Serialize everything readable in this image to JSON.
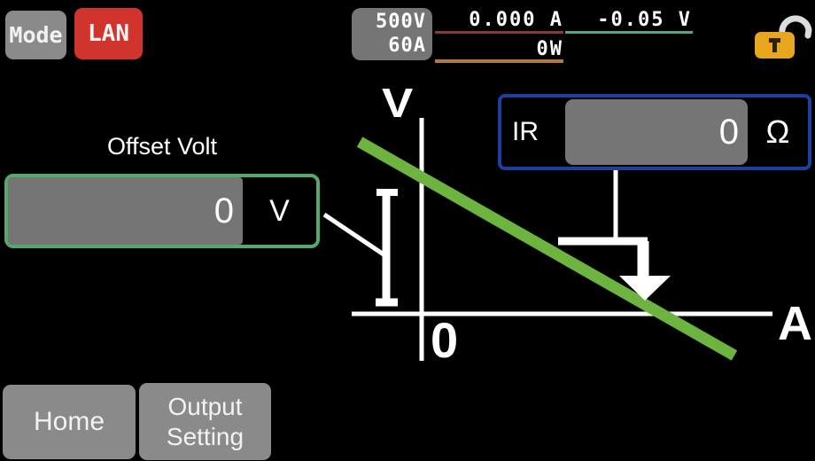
{
  "header": {
    "mode_button": "Mode",
    "lan_button": "LAN",
    "rating_badge": {
      "voltage": "500V",
      "current": "60A"
    },
    "meter": {
      "current": "0.000 A",
      "voltage": "-0.05 V",
      "power": "0W"
    },
    "lock_icon": "padlock-unlocked"
  },
  "offset_volt": {
    "label": "Offset Volt",
    "value": "0",
    "unit": "V"
  },
  "ir": {
    "label": "IR",
    "value": "0",
    "unit": "Ω"
  },
  "graph": {
    "y_axis_label": "V",
    "x_axis_label": "A",
    "origin_label": "0",
    "curve": "negative-slope V-I characteristic line"
  },
  "footer": {
    "home_button": "Home",
    "output_setting_line1": "Output",
    "output_setting_line2": "Setting"
  },
  "colors": {
    "background": "#000000",
    "button_gray": "#8a8a8a",
    "lan_red": "#d0342c",
    "field_gray": "#757575",
    "offset_border_green": "#58a86a",
    "ir_border_blue": "#1e3f9e",
    "graph_line_green": "#6db33f",
    "underline_current_red": "#8b3a32",
    "underline_voltage_green": "#55a87c",
    "underline_power_orange": "#b5793a",
    "lock_gold": "#e8a61f",
    "axis_white": "#ffffff"
  }
}
